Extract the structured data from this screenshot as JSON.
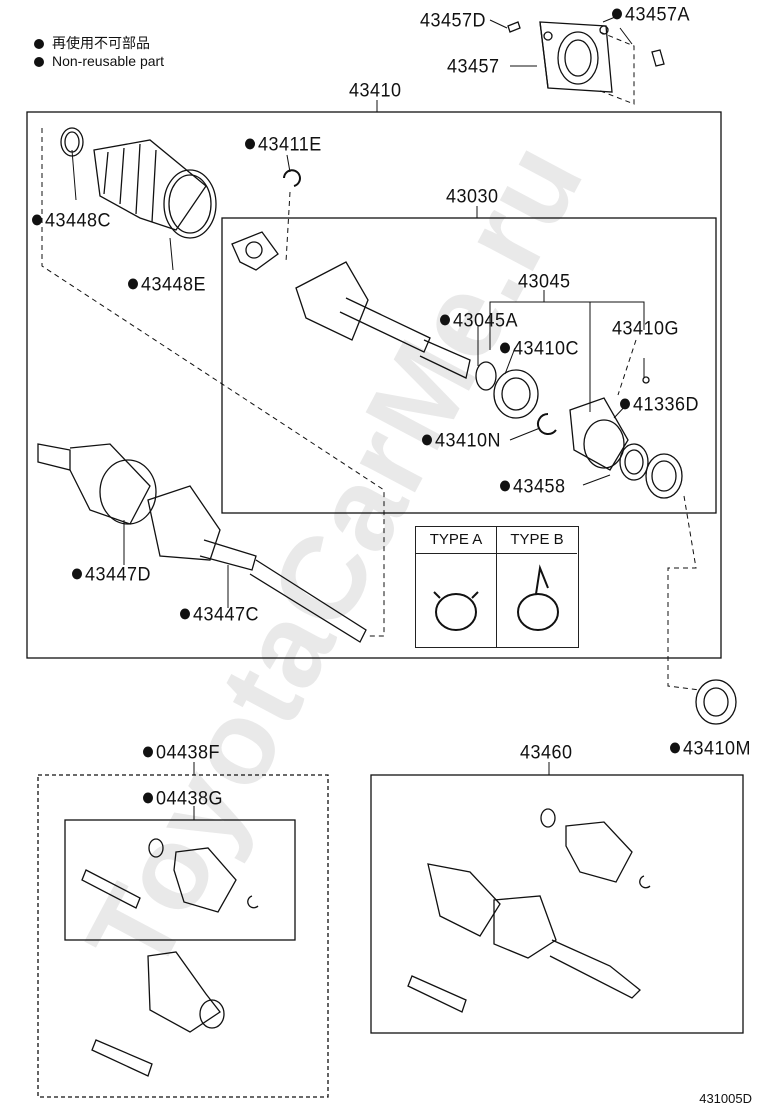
{
  "watermark": "ToyotaCarMe.ru",
  "legend": {
    "line1": "再使用不可部品",
    "line2": "Non-reusable part"
  },
  "labels": {
    "p43457D": "43457D",
    "p43457A": "43457A",
    "p43457": "43457",
    "p43410": "43410",
    "p43411E": "43411E",
    "p43030": "43030",
    "p43448C": "43448C",
    "p43448E": "43448E",
    "p43045": "43045",
    "p43045A": "43045A",
    "p43410G": "43410G",
    "p43410C": "43410C",
    "p41336D": "41336D",
    "p43410N": "43410N",
    "p43458": "43458",
    "p43447D": "43447D",
    "p43447C": "43447C",
    "p43410M": "43410M",
    "p04438F": "04438F",
    "p04438G": "04438G",
    "p43460": "43460"
  },
  "clamp_types": {
    "type_a": "TYPE A",
    "type_b": "TYPE B"
  },
  "figure_code": "431005D"
}
